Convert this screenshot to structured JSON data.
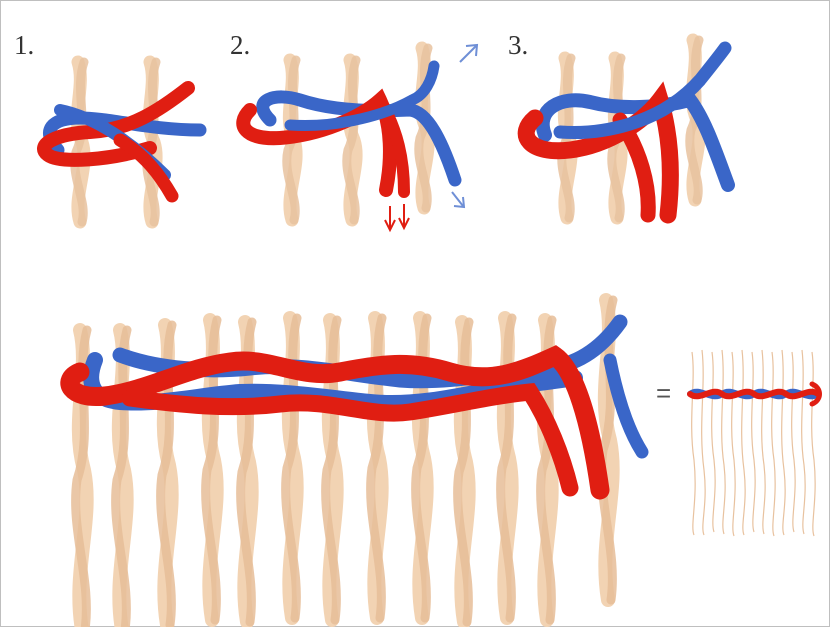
{
  "steps": [
    {
      "label": "1."
    },
    {
      "label": "2."
    },
    {
      "label": "3."
    }
  ],
  "equals_sign": "=",
  "colors": {
    "warp_fringe": "#f2d3b3",
    "warp_shade": "#e4b994",
    "red_strand": "#e01e12",
    "blue_strand": "#3a66c8",
    "background": "#ffffff",
    "frame_border": "#bfbfbf"
  },
  "icons": [
    "red-arrow-down-icon",
    "blue-arrow-up-right-icon",
    "blue-arrow-down-right-icon"
  ]
}
